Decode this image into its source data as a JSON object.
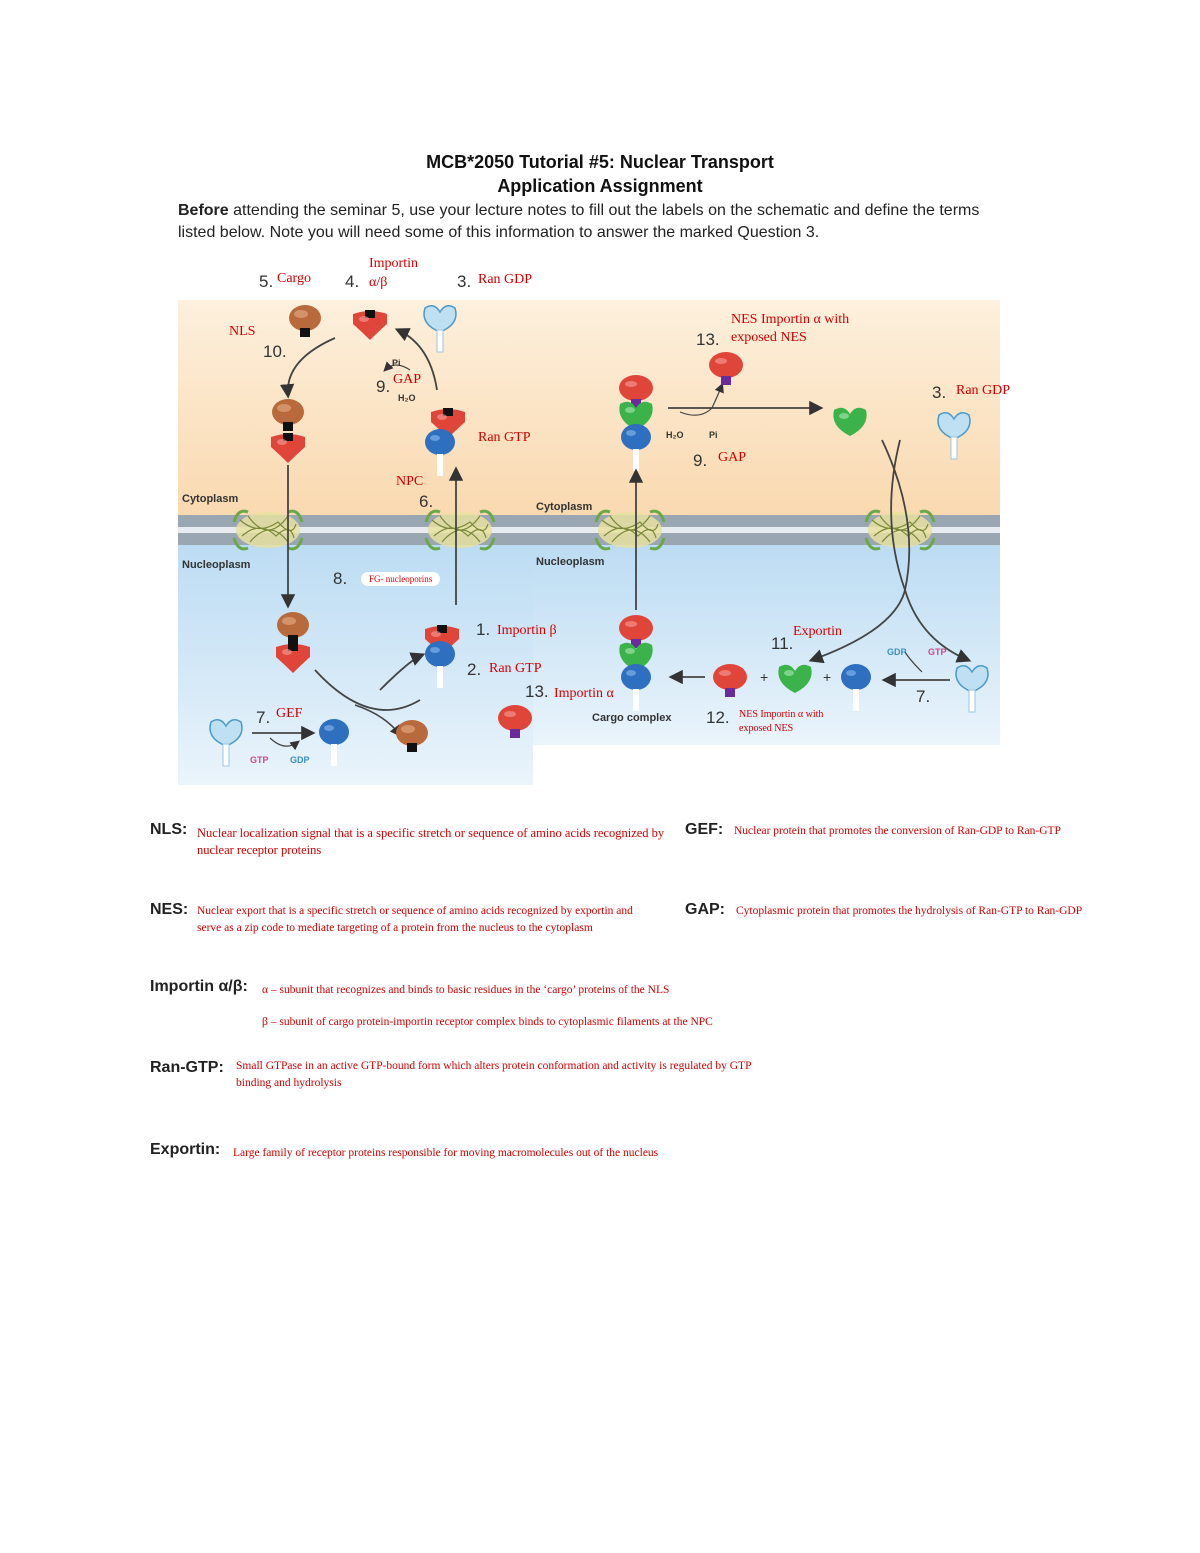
{
  "header": {
    "title_line1": "MCB*2050 Tutorial #5: Nuclear Transport",
    "title_line2": "Application Assignment",
    "intro_bold": "Before",
    "intro_rest": " attending the seminar 5, use your lecture notes to fill out the labels on the schematic and define the terms listed below. Note you will need some of this information to answer the marked Question 3."
  },
  "diagram": {
    "regions": {
      "cytoplasm": "Cytoplasm",
      "nucleoplasm": "Nucleoplasm"
    },
    "cargo_complex": "Cargo complex",
    "small_labels": {
      "gtp": "GTP",
      "gdp": "GDP",
      "pi": "Pi",
      "h2o": "H₂O"
    },
    "numbers": {
      "n5": "5.",
      "n4": "4.",
      "n3a": "3.",
      "n10": "10.",
      "n9a": "9.",
      "n6": "6.",
      "n8": "8.",
      "n1": "1.",
      "n2": "2.",
      "n13a": "13.",
      "n7a": "7.",
      "n13b": "13.",
      "n3b": "3.",
      "n9b": "9.",
      "n11": "11.",
      "n12": "12.",
      "n7b": "7."
    },
    "answers": {
      "cargo": "Cargo",
      "importin_line1": "Importin",
      "importin_line2": "α/β",
      "ran_gdp_left": "Ran GDP",
      "nls": "NLS",
      "gap_left": "GAP",
      "ran_gtp_left": "Ran GTP",
      "npc": "NPC",
      "fg": "FG- nucleoporins",
      "importin_beta": "Importin β",
      "ran_gtp_2": "Ran GTP",
      "importin_alpha": "Importin α",
      "gef": "GEF",
      "nes_13_line1": "NES Importin α with",
      "nes_13_line2": "exposed NES",
      "ran_gdp_right": "Ran GDP",
      "gap_right": "GAP",
      "exportin": "Exportin",
      "nes_12_line1": "NES Importin α with",
      "nes_12_line2": "exposed NES"
    }
  },
  "definitions": {
    "nls": {
      "term": "NLS:",
      "text": "Nuclear localization signal that is a specific stretch or sequence of amino acids recognized by nuclear receptor proteins"
    },
    "gef": {
      "term": "GEF:",
      "text": "Nuclear protein that promotes the conversion of Ran-GDP to Ran-GTP"
    },
    "nes": {
      "term": "NES:",
      "text": "Nuclear export that is a specific stretch or sequence of amino acids recognized by exportin and serve as a zip code to mediate targeting of a protein from the nucleus to the cytoplasm"
    },
    "gap": {
      "term": "GAP:",
      "text": "Cytoplasmic protein that promotes the hydrolysis of Ran-GTP to Ran-GDP"
    },
    "importin": {
      "term": "Importin α/β:",
      "text_alpha": "α – subunit that recognizes and binds to basic residues in the ‘cargo’ proteins of the NLS",
      "text_beta": "β – subunit of cargo protein-importin receptor complex binds to cytoplasmic filaments at the NPC"
    },
    "ran_gtp": {
      "term": "Ran-GTP:",
      "text": "Small GTPase in an active GTP-bound form which alters protein conformation and activity is regulated by GTP binding and hydrolysis"
    },
    "exportin": {
      "term": "Exportin:",
      "text": "Large family of receptor proteins responsible for moving macromolecules out of the nucleus"
    }
  },
  "colors": {
    "answer_red": "#d10000",
    "cytoplasm": "#fbe3c4",
    "nucleoplasm": "#cfe5f7",
    "membrane": "#8a9aa8",
    "ran_blue": "#2e6fc0",
    "ran_gdp_light": "#bfe0f2",
    "importin_red": "#e0453a",
    "cargo_brown": "#b86a3c",
    "exportin_green": "#3bb34a"
  }
}
